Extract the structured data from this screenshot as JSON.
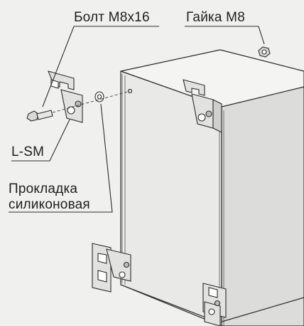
{
  "labels": {
    "bolt": "Болт М8х16",
    "nut": "Гайка М8",
    "bracket": "L-SM",
    "gasket_line1": "Прокладка",
    "gasket_line2": "силиконовая"
  },
  "colors": {
    "background": "#f0f0ef",
    "line": "#2b2b2b",
    "cabinet_top": "#f4f4f3",
    "cabinet_front": "#e9e9e8",
    "cabinet_side": "#dcdcdb",
    "bracket": "#e2e2e1"
  }
}
